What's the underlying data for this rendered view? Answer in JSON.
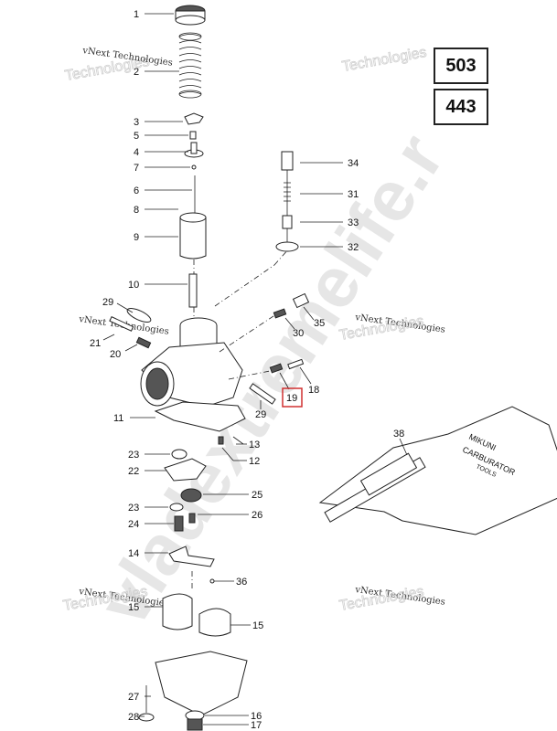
{
  "models": [
    "503",
    "443"
  ],
  "watermark": {
    "site": "vladextremelife.r",
    "brand_line1": "vNext Technologies",
    "brand_line2": "vNext",
    "brand_line3": "Technologies"
  },
  "tool_kit": {
    "label": "38",
    "text1": "MIKUNI",
    "text2": "CARBURATOR",
    "text3": "TOOLS"
  },
  "highlighted_callout": "19",
  "callouts": {
    "c1": "1",
    "c2": "2",
    "c3": "3",
    "c5": "5",
    "c4": "4",
    "c7": "7",
    "c6": "6",
    "c8": "8",
    "c9": "9",
    "c10": "10",
    "c29a": "29",
    "c21": "21",
    "c20": "20",
    "c11": "11",
    "c23a": "23",
    "c22": "22",
    "c23b": "23",
    "c24": "24",
    "c14": "14",
    "c15a": "15",
    "c27": "27",
    "c28": "28",
    "c34": "34",
    "c31": "31",
    "c33": "33",
    "c32": "32",
    "c35": "35",
    "c30": "30",
    "c18": "18",
    "c29b": "29",
    "c13": "13",
    "c12": "12",
    "c25": "25",
    "c26": "26",
    "c36": "36",
    "c15b": "15",
    "c16": "16",
    "c17": "17"
  }
}
